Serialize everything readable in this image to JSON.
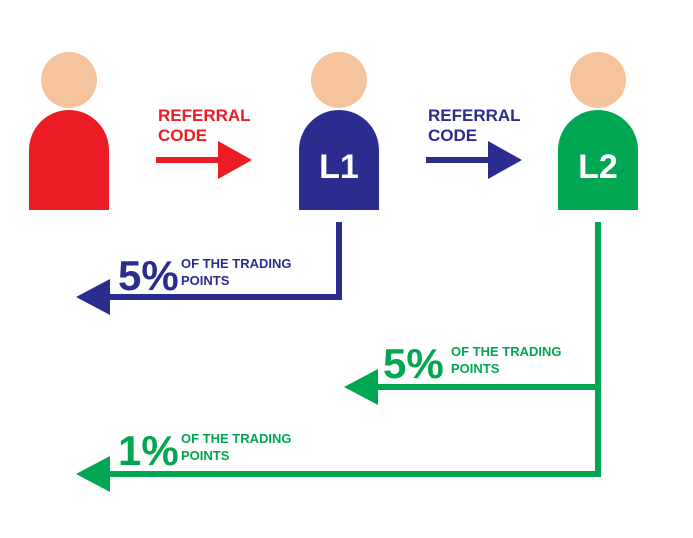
{
  "colors": {
    "skin": "#F5C39C",
    "red": "#EC1C24",
    "blue": "#2B2D8E",
    "green": "#00A651"
  },
  "persons": [
    {
      "label": ""
    },
    {
      "label": "L1"
    },
    {
      "label": "L2"
    }
  ],
  "referrals": [
    {
      "line1": "REFERRAL",
      "line2": "CODE"
    },
    {
      "line1": "REFERRAL",
      "line2": "CODE"
    }
  ],
  "rewards": [
    {
      "percent": "5%",
      "line1": "OF THE TRADING",
      "line2": "POINTS"
    },
    {
      "percent": "5%",
      "line1": "OF THE TRADING",
      "line2": "POINTS"
    },
    {
      "percent": "1%",
      "line1": "OF THE TRADING",
      "line2": "POINTS"
    }
  ]
}
